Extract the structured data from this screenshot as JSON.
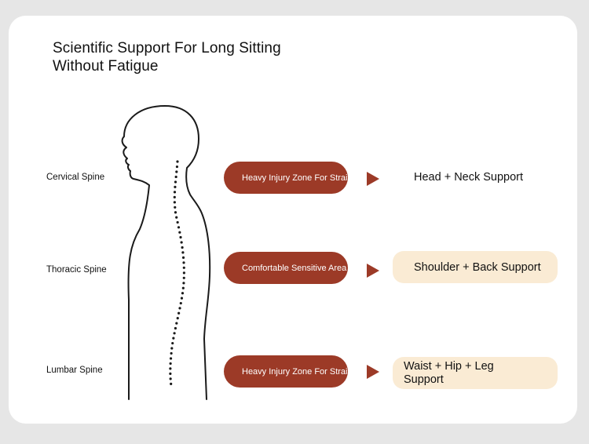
{
  "title": {
    "line1": "Scientific Support For Long Sitting",
    "line2": "Without Fatigue"
  },
  "spine_labels": {
    "cervical": "Cervical Spine",
    "thoracic": "Thoracic Spine",
    "lumbar": "Lumbar Spine"
  },
  "zones": [
    {
      "zone": "Heavy Injury Zone For Strain",
      "support": "Head + Neck Support"
    },
    {
      "zone": "Comfortable Sensitive Area",
      "support": "Shoulder + Back Support"
    },
    {
      "zone": "Heavy Injury Zone For Strain",
      "support_line1": "Waist + Hip + Leg",
      "support_line2": "Support"
    }
  ],
  "colors": {
    "accent": "#9c3a27",
    "support_fill": "#faebd4",
    "background": "#e6e6e6",
    "card": "#ffffff"
  },
  "icons": [
    "body-silhouette-icon",
    "spine-dots-icon",
    "arrow-right-icon"
  ]
}
